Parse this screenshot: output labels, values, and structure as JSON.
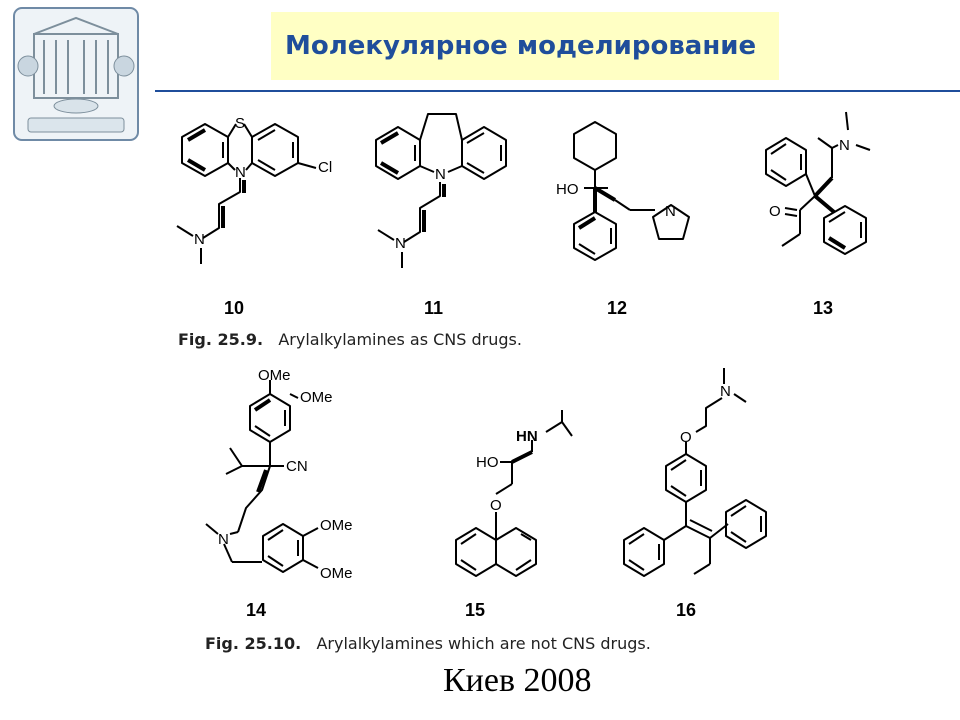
{
  "header": {
    "title": "Молекулярное моделирование",
    "accent_color": "#1f4e9b",
    "title_bg": "#ffffc4"
  },
  "logo": {
    "icon": "university-seal-icon"
  },
  "figure1": {
    "compound_numbers": [
      "10",
      "11",
      "12",
      "13"
    ],
    "caption_label": "Fig. 25.9.",
    "caption_text": "Arylalkylamines as CNS drugs."
  },
  "figure2": {
    "compound_numbers": [
      "14",
      "15",
      "16"
    ],
    "caption_label": "Fig. 25.10.",
    "caption_text": "Arylalkylamines which are not CNS drugs."
  },
  "atoms": {
    "s": "S",
    "n": "N",
    "cl": "Cl",
    "ho": "HO",
    "o": "O",
    "cn": "CN",
    "ome": "OMe",
    "hn": "HN"
  },
  "footer": {
    "text": "Киев 2008"
  }
}
